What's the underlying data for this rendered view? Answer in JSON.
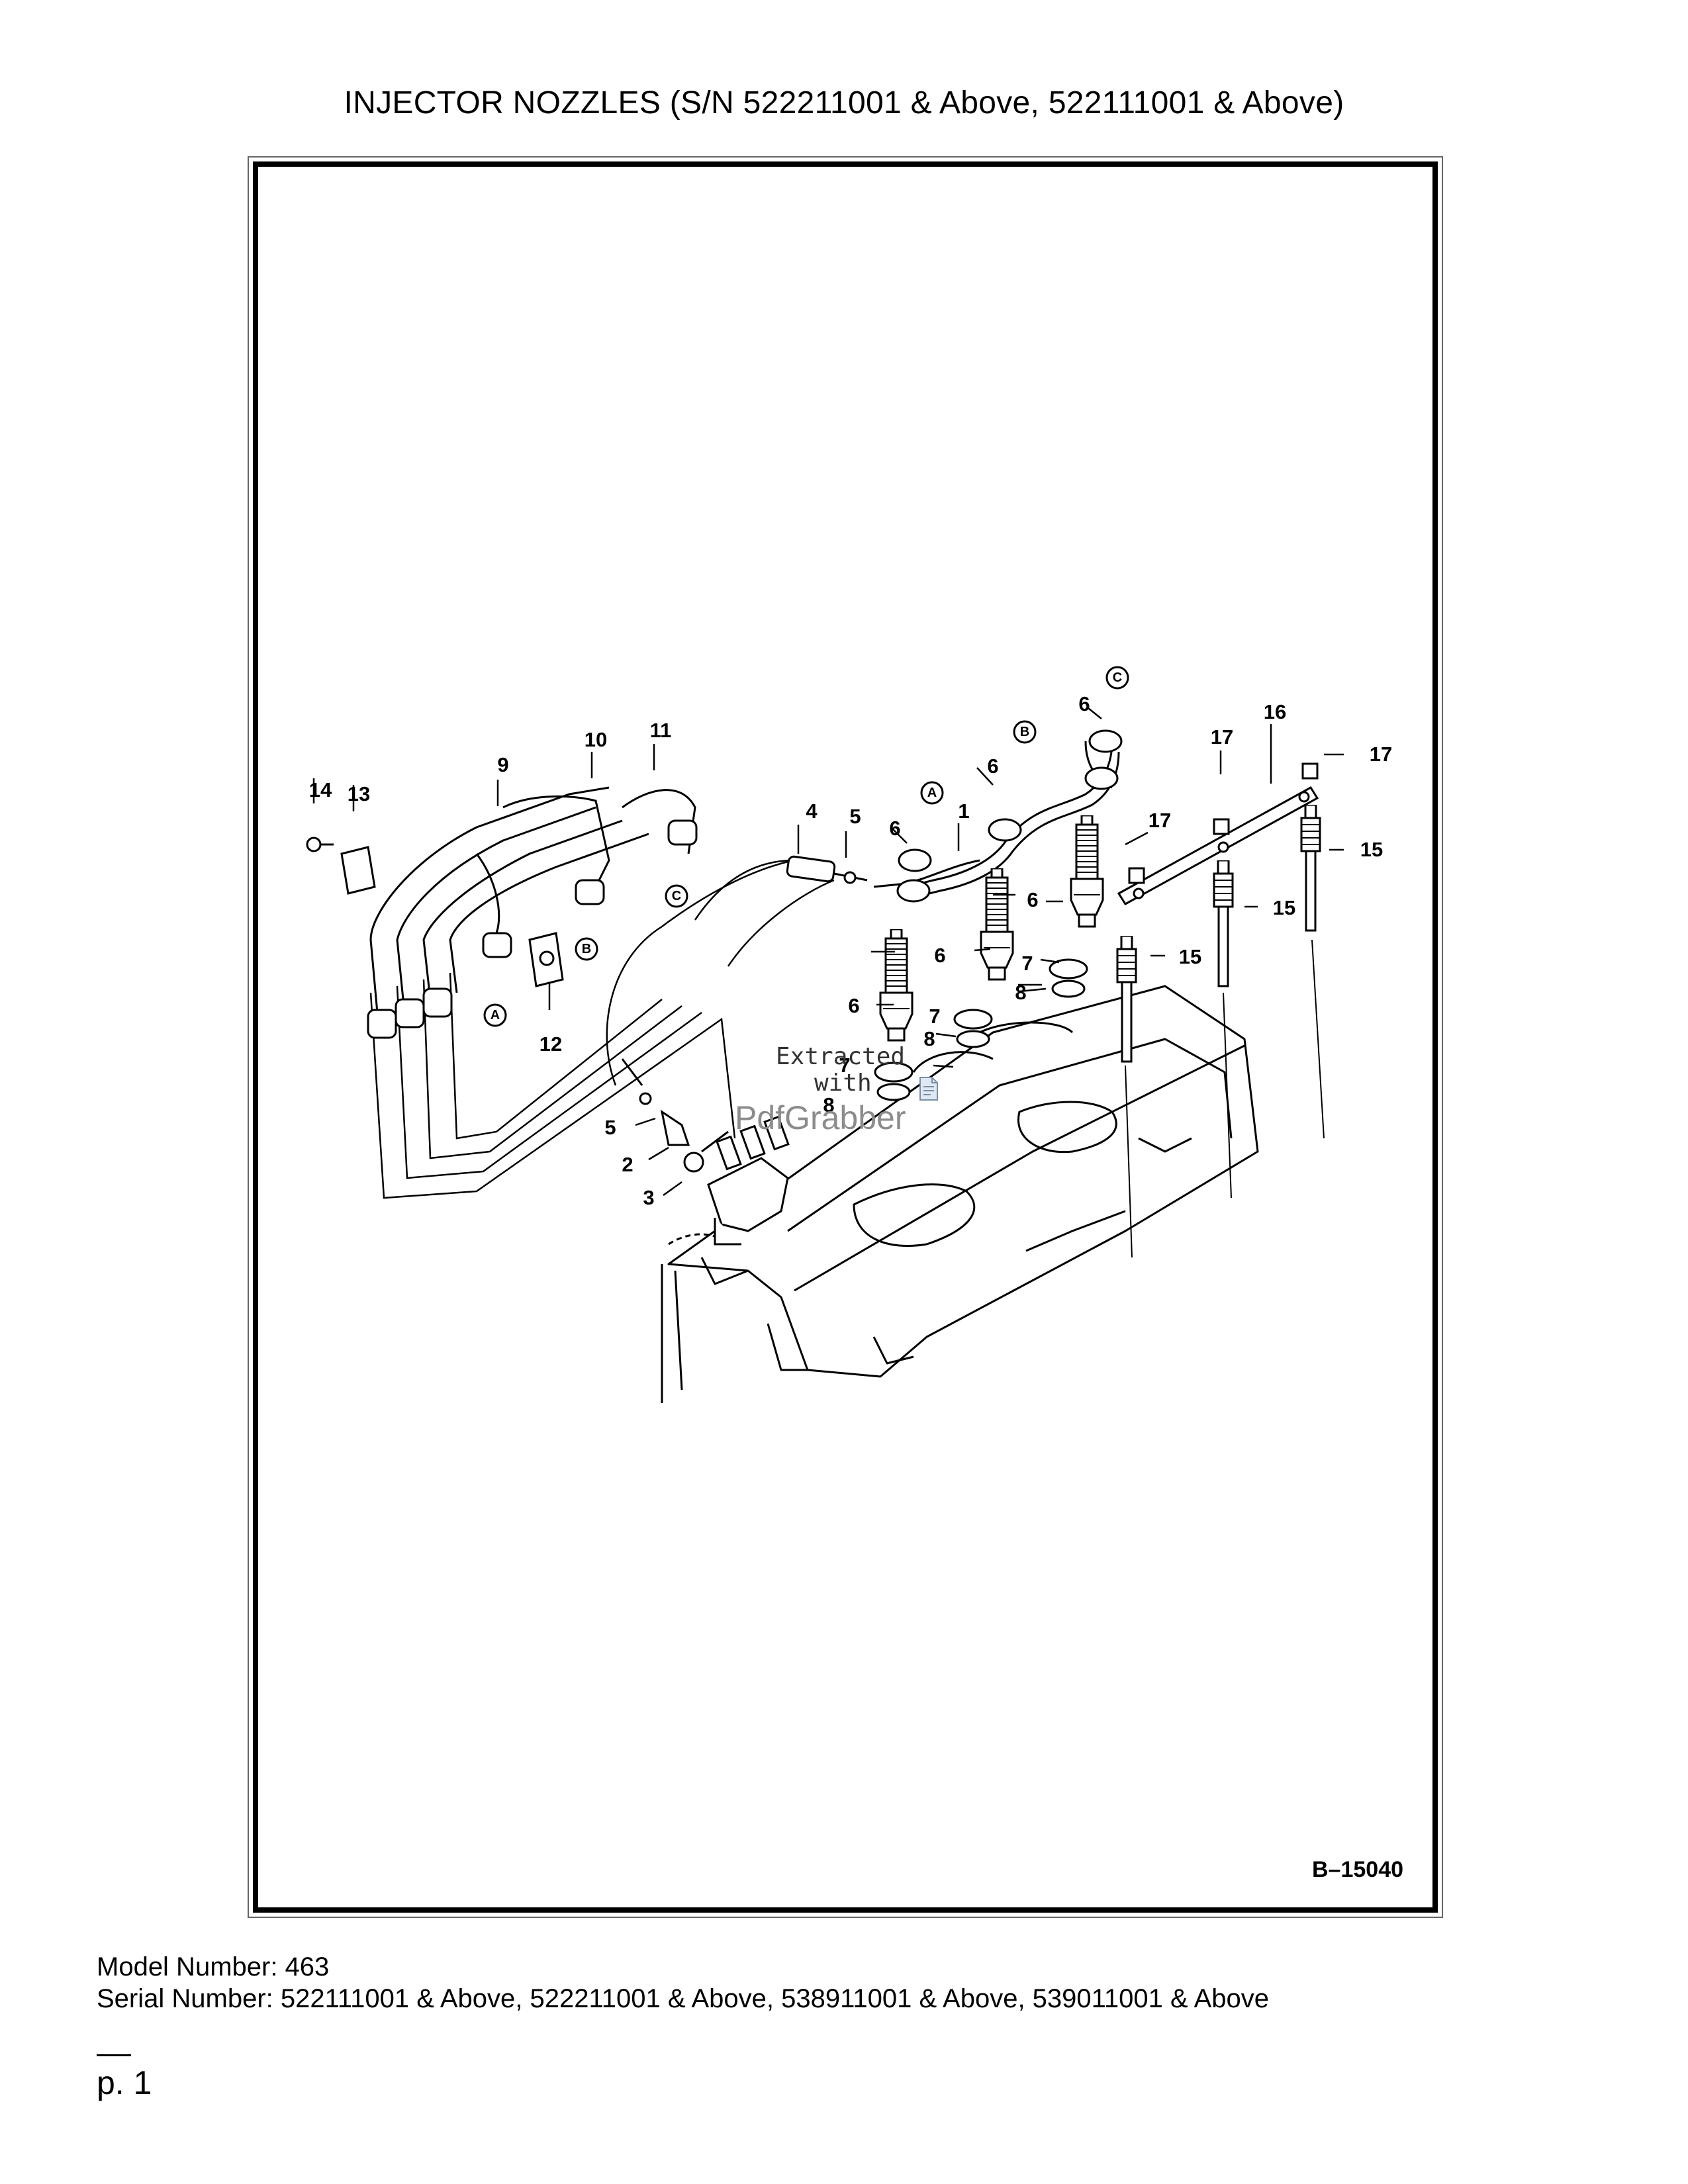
{
  "page": {
    "title": "INJECTOR NOZZLES (S/N 522211001 & Above, 522111001 & Above)",
    "model_line": "Model Number: 463",
    "serial_line": "Serial Number: 522111001 & Above, 522211001 & Above, 538911001 & Above, 539011001 & Above",
    "page_number": "p. 1"
  },
  "diagram": {
    "figure_id": "B–15040",
    "callouts": {
      "n1": "1",
      "n2": "2",
      "n3": "3",
      "n4": "4",
      "n5": "5",
      "n6": "6",
      "n7": "7",
      "n8": "8",
      "n9": "9",
      "n10": "10",
      "n11": "11",
      "n12": "12",
      "n13": "13",
      "n14": "14",
      "n15": "15",
      "n16": "16",
      "n17": "17"
    },
    "connection_letters": {
      "a": "A",
      "b": "B",
      "c": "C"
    },
    "watermark": {
      "line1": "Extracted",
      "line2": "with",
      "brand": "PdfGrabber"
    }
  }
}
